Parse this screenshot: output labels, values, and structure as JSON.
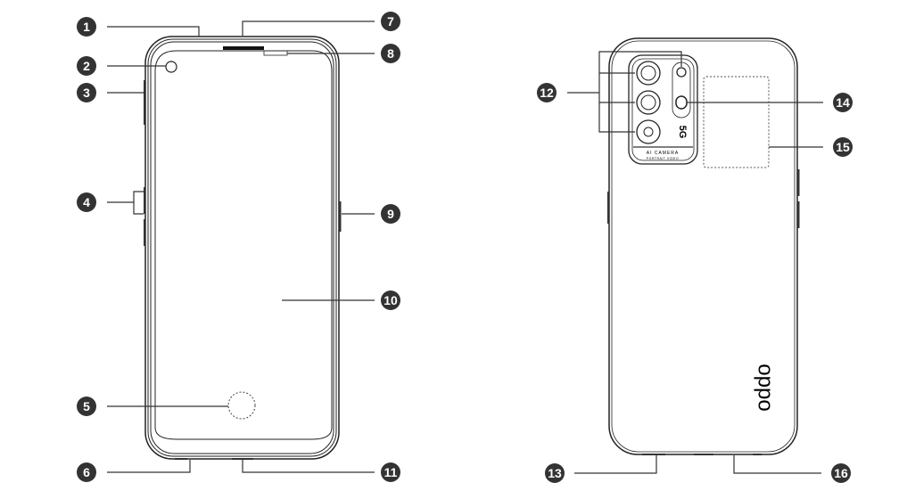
{
  "title": "Phone parts diagram",
  "colors": {
    "line": "#333333",
    "badge": "#333333",
    "badge_text": "#ffffff"
  },
  "callouts": [
    "1",
    "2",
    "3",
    "4",
    "5",
    "6",
    "7",
    "8",
    "9",
    "10",
    "11",
    "12",
    "13",
    "14",
    "15",
    "16"
  ],
  "back": {
    "network_mark": "5G",
    "camera_text": "AI CAMERA",
    "camera_subtext": "PORTRAIT VIDEO",
    "logo": "oppo"
  }
}
